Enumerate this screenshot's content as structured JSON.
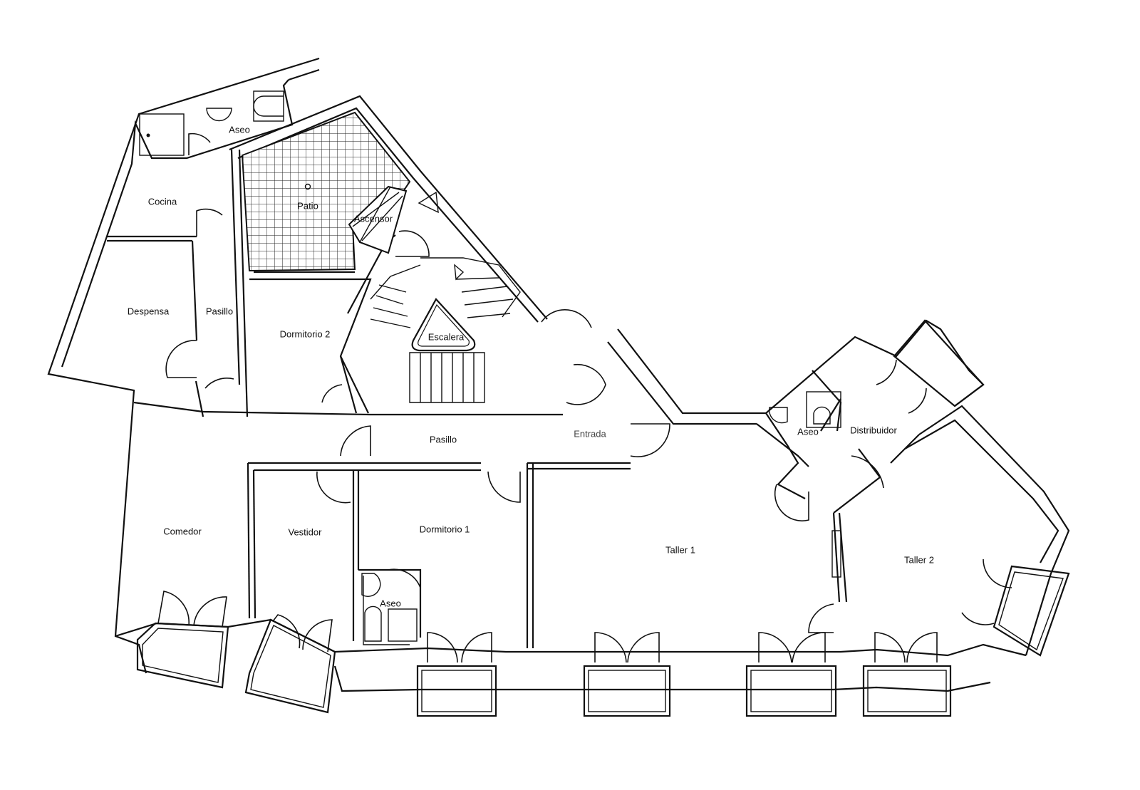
{
  "rooms": [
    {
      "key": "aseo_top",
      "label": "Aseo"
    },
    {
      "key": "cocina",
      "label": "Cocina"
    },
    {
      "key": "patio",
      "label": "Patio"
    },
    {
      "key": "ascensor",
      "label": "Ascensor"
    },
    {
      "key": "despensa",
      "label": "Despensa"
    },
    {
      "key": "pasillo_left",
      "label": "Pasillo"
    },
    {
      "key": "dormitorio2",
      "label": "Dormitorio 2"
    },
    {
      "key": "escalera",
      "label": "Escalera"
    },
    {
      "key": "pasillo_mid",
      "label": "Pasillo"
    },
    {
      "key": "entrada",
      "label": "Entrada"
    },
    {
      "key": "aseo_right",
      "label": "Aseo"
    },
    {
      "key": "distribuidor",
      "label": "Distribuidor"
    },
    {
      "key": "comedor",
      "label": "Comedor"
    },
    {
      "key": "vestidor",
      "label": "Vestidor"
    },
    {
      "key": "dormitorio1",
      "label": "Dormitorio 1"
    },
    {
      "key": "taller1",
      "label": "Taller 1"
    },
    {
      "key": "taller2",
      "label": "Taller 2"
    },
    {
      "key": "aseo_bottom",
      "label": "Aseo"
    }
  ]
}
